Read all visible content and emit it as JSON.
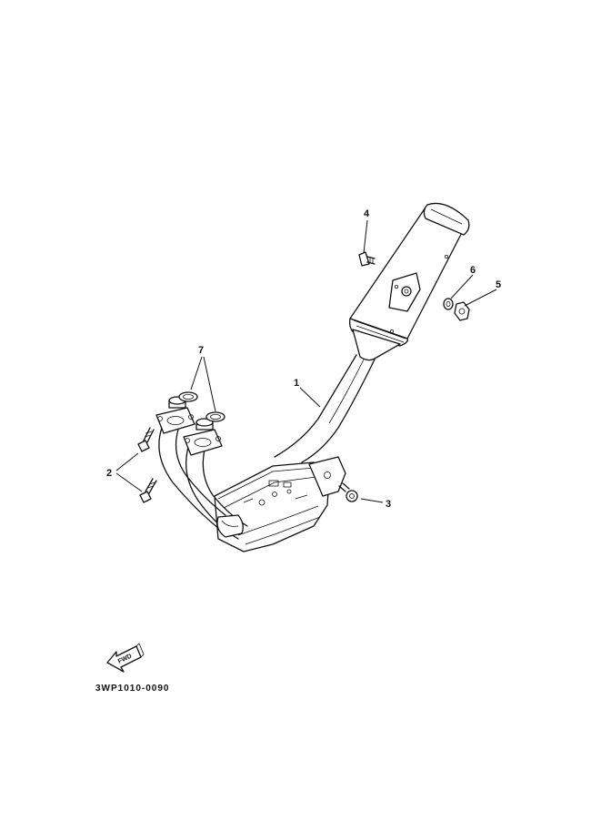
{
  "callouts": {
    "c1": "1",
    "c2": "2",
    "c3": "3",
    "c4": "4",
    "c5": "5",
    "c6": "6",
    "c7": "7"
  },
  "fwd_label": "FWD",
  "diagram_code": "3WP1010-0090"
}
